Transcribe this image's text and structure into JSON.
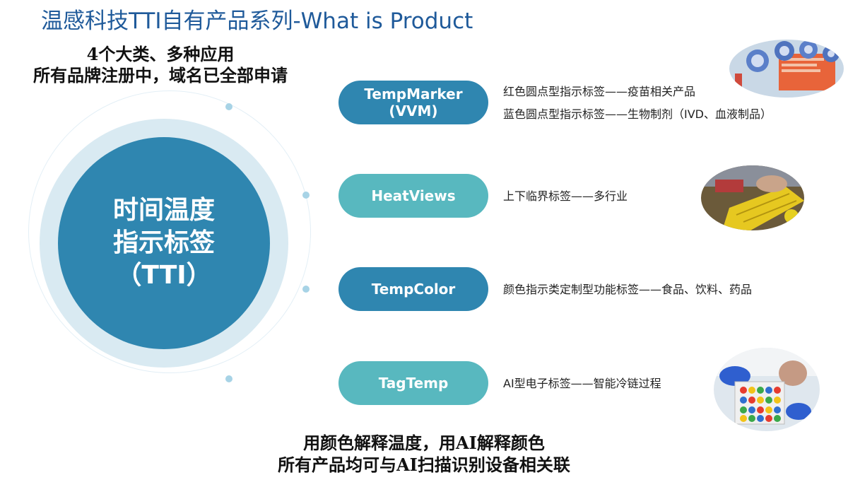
{
  "title": "温感科技TTI自有产品系列-What is Product",
  "subtitle": {
    "line1": "4个大类、多种应用",
    "line2": "所有品牌注册中，域名已全部申请"
  },
  "center": {
    "line1": "时间温度",
    "line2": "指示标签",
    "line3": "（TTI）"
  },
  "products": [
    {
      "name_line1": "TempMarker",
      "name_line2": "(VVM)",
      "desc_line1": "红色圆点型指示标签——疫苗相关产品",
      "desc_line2": "蓝色圆点型指示标签——生物制剂（IVD、血液制品）"
    },
    {
      "name_line1": "HeatViews",
      "desc_line1": "上下临界标签——多行业"
    },
    {
      "name_line1": "TempColor",
      "desc_line1": "颜色指示类定制型功能标签——食品、饮料、药品"
    },
    {
      "name_line1": "TagTemp",
      "desc_line1": "AI型电子标签——智能冷链过程"
    }
  ],
  "bottom": {
    "line1": "用颜色解释温度，用AI解释颜色",
    "line2": "所有产品均可与AI扫描识别设备相关联"
  },
  "colors": {
    "title": "#1f5a9a",
    "circle_dark": "#2f86b0",
    "circle_light": "#d9eaf2",
    "pill_blue": "#2f86b0",
    "pill_teal": "#58b8bf"
  }
}
